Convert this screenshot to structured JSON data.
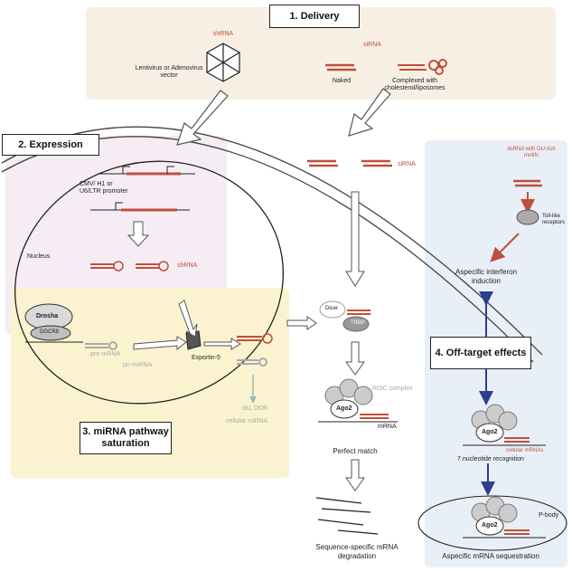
{
  "sections": {
    "delivery": "1. Delivery",
    "expression": "2. Expression",
    "mirna_saturation": "3. miRNA pathway saturation",
    "off_target": "4. Off-target effects"
  },
  "delivery": {
    "shrna": "shRNA",
    "sirna": "siRNA",
    "vector": "Lentivirus or Adenovirus vector",
    "naked": "Naked",
    "complexed": "Complexed with cholesterol/liposomes"
  },
  "expression": {
    "promoter": "CMV/ H1 or U6/LTR promoter",
    "nucleus": "Nucleus",
    "shrna": "shRNA",
    "drosha": "Drosha",
    "dgcr8": "DGCR8",
    "pre_mirna": "pre-mRNA",
    "pri_mirna": "pri-miRNA",
    "exportin": "Exportin-5",
    "cellular_mirna": "cellular miRNA",
    "dicer_cell": "dsL DDR"
  },
  "risc": {
    "sirna": "siRNA",
    "dicer": "Dicer",
    "trbp": "TRBP",
    "risc_complex": "RISC complex",
    "ago2": "Ago2",
    "mrna": "mRNA",
    "perfect_match": "Perfect match",
    "degradation": "Sequence-specific mRNA degradation"
  },
  "off_target": {
    "dsrna_motifs": "dsRNA with GU-rich motifs",
    "tlr": "Toll-like receptors",
    "interferon": "Aspecific interferon induction",
    "ago2_a": "Ago2",
    "ago2_b": "Ago2",
    "cellular_mrnas": "cellular mRNAs",
    "seed": "7 nucleotide recognition",
    "pbody": "P-body",
    "sequestration": "Aspecific mRNA sequestration"
  },
  "colors": {
    "rna": "#c0503a",
    "arrow_blue": "#2b3f8f",
    "delivery_bg": "#f7efe3",
    "expression_bg": "#f6ecf4",
    "mirna_bg": "#fbf3cf",
    "offtarget_bg": "#e9eff7"
  }
}
